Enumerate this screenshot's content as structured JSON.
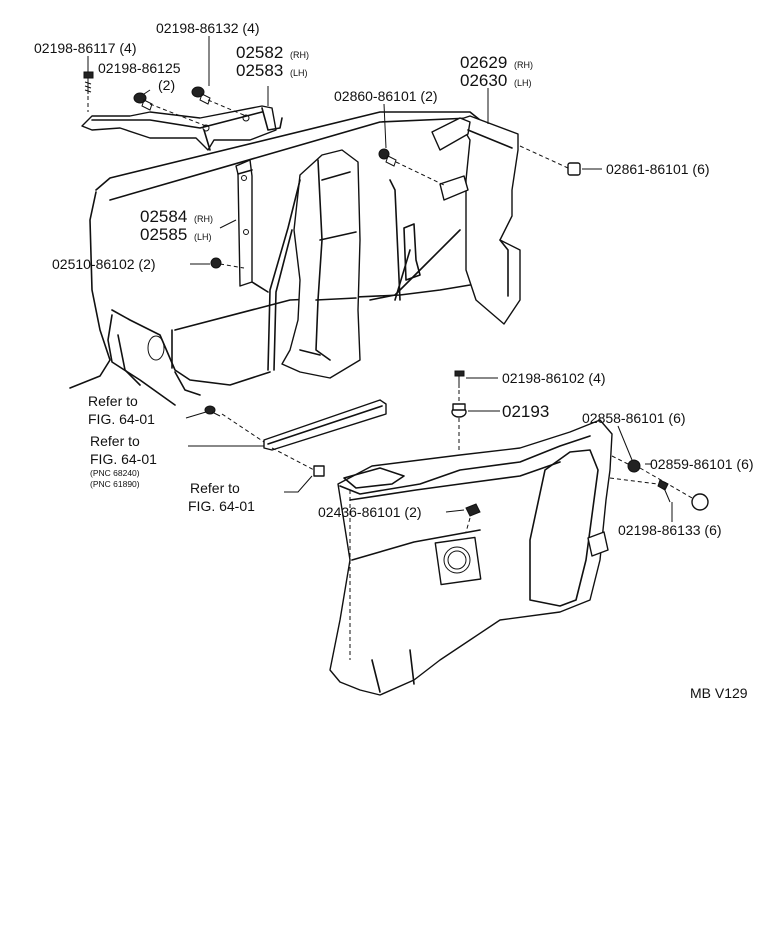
{
  "labels": {
    "p_02198_86117": "02198-86117 (4)",
    "p_02198_86132": "02198-86132 (4)",
    "p_02198_86125": "02198-86125",
    "p_02198_86125_qty": "(2)",
    "p_02582": "02582",
    "p_02582_side": "(RH)",
    "p_02583": "02583",
    "p_02583_side": "(LH)",
    "p_02860_86101": "02860-86101 (2)",
    "p_02629": "02629",
    "p_02629_side": "(RH)",
    "p_02630": "02630",
    "p_02630_side": "(LH)",
    "p_02861_86101": "02861-86101 (6)",
    "p_02584": "02584",
    "p_02584_side": "(RH)",
    "p_02585": "02585",
    "p_02585_side": "(LH)",
    "p_02510_86102": "02510-86102 (2)",
    "p_02198_86102": "02198-86102 (4)",
    "p_02193": "02193",
    "p_02858_86101": "02858-86101 (6)",
    "p_02859_86101": "02859-86101 (6)",
    "p_02198_86133": "02198-86133 (6)",
    "p_02436_86101": "02436-86101 (2)",
    "ref1_line1": "Refer to",
    "ref1_line2": "FIG. 64-01",
    "ref2_line1": "Refer to",
    "ref2_line2": "FIG. 64-01",
    "ref2_pnc1": "(PNC 68240)",
    "ref2_pnc2": "(PNC 61890)",
    "ref3_line1": "Refer to",
    "ref3_line2": "FIG. 64-01",
    "figure_code": "MB V129"
  }
}
